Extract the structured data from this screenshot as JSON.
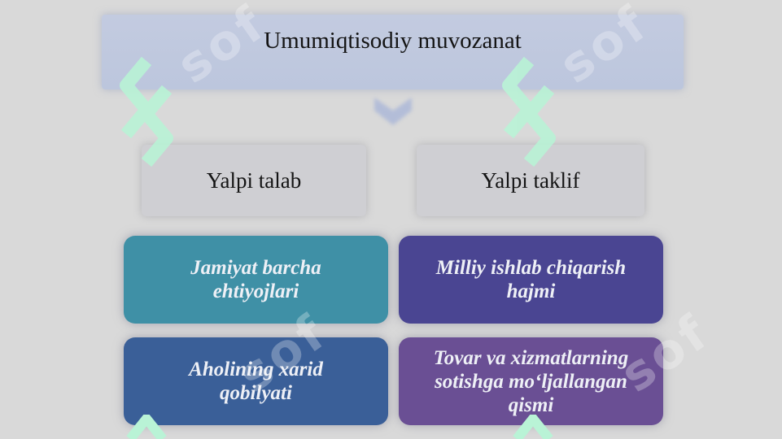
{
  "title": "Umumiqtisodiy muvozanat",
  "headers": {
    "left": "Yalpi talab",
    "right": "Yalpi taklif"
  },
  "cards": {
    "c1": [
      "Jamiyat barcha",
      "ehtiyojlari"
    ],
    "c2": [
      "Milliy ishlab chiqarish",
      "hajmi"
    ],
    "c3": [
      "Aholining xarid",
      "qobilyati"
    ],
    "c4": [
      "Tovar va xizmatlarning",
      "sotishga mo‘ljallangan",
      "qismi"
    ]
  },
  "watermark": {
    "logo_icon": "sof-logo-icon",
    "text": "sof"
  },
  "colors": {
    "title_box": "#c3cbe0",
    "header_box": "#cfcfd3",
    "card_teal": "#3f90a6",
    "card_indigo": "#4a4592",
    "card_blue": "#3a5f98",
    "card_purple": "#6a4f94",
    "watermark_green": "#b9f3d6"
  }
}
